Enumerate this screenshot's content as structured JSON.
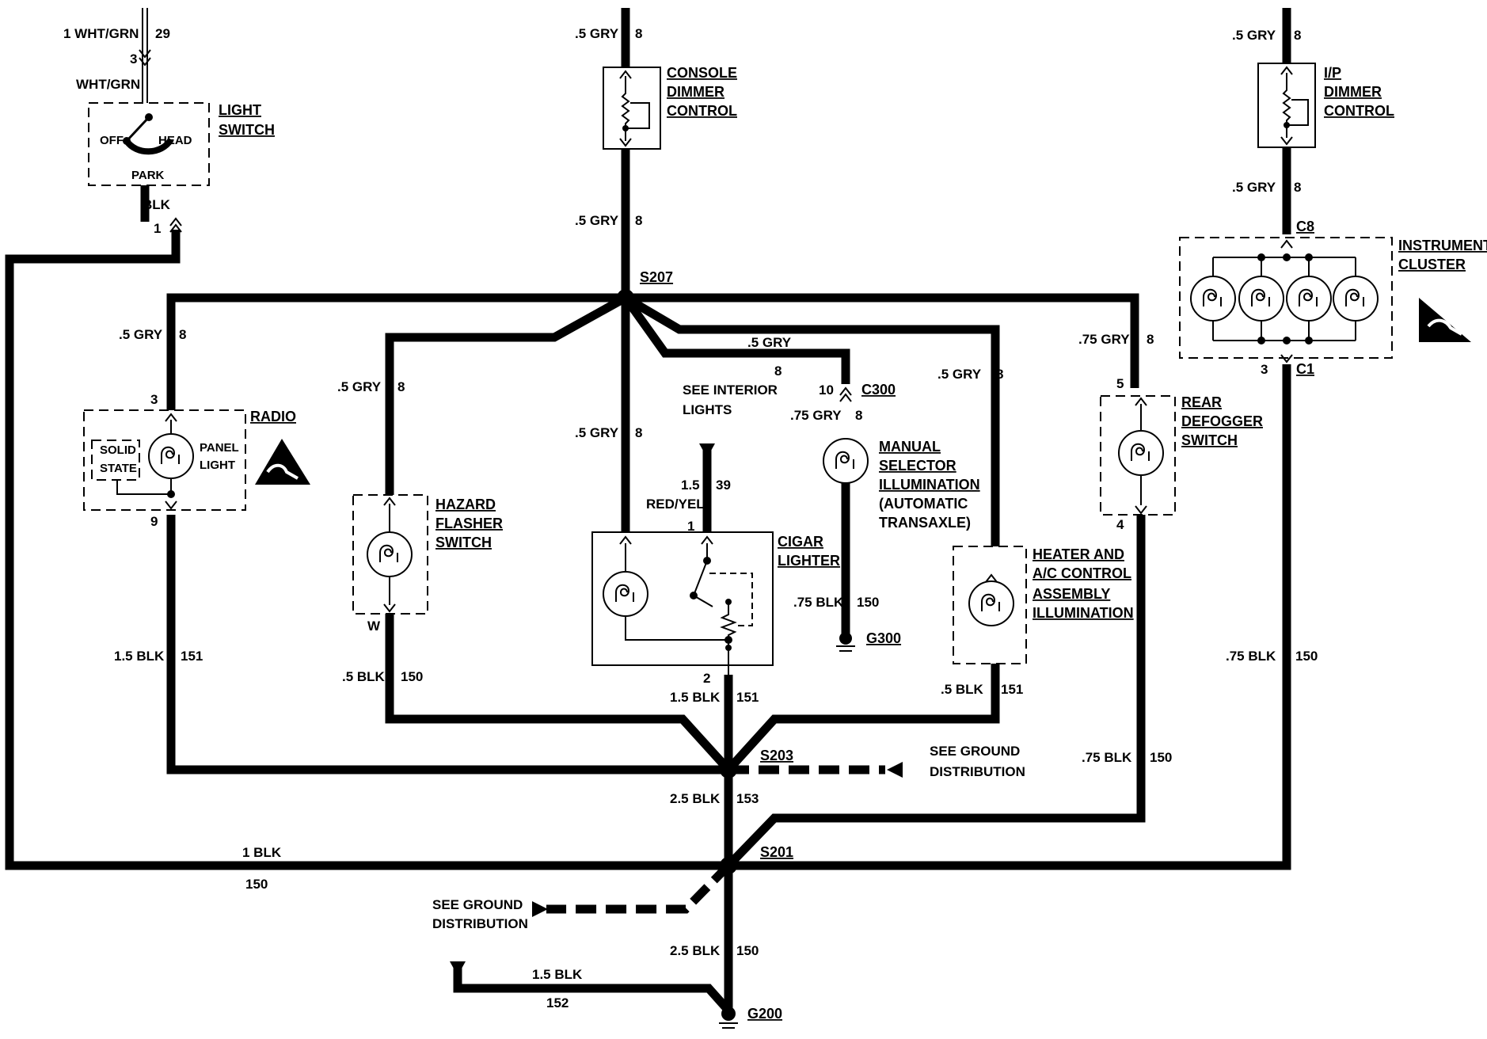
{
  "components": {
    "light_switch": {
      "name1": "LIGHT",
      "name2": "SWITCH",
      "off": "OFF",
      "head": "HEAD",
      "park": "PARK"
    },
    "console_dimmer": {
      "name1": "CONSOLE",
      "name2": "DIMMER",
      "name3": "CONTROL"
    },
    "ip_dimmer": {
      "name1": "I/P",
      "name2": "DIMMER",
      "name3": "CONTROL"
    },
    "instrument_cluster": {
      "name1": "INSTRUMENT",
      "name2": "CLUSTER"
    },
    "radio": {
      "name": "RADIO",
      "solid1": "SOLID",
      "solid2": "STATE",
      "panel1": "PANEL",
      "panel2": "LIGHT"
    },
    "hazard": {
      "name1": "HAZARD",
      "name2": "FLASHER",
      "name3": "SWITCH"
    },
    "cigar": {
      "name1": "CIGAR",
      "name2": "LIGHTER"
    },
    "manual_selector": {
      "name1": "MANUAL",
      "name2": "SELECTOR",
      "name3": "ILLUMINATION",
      "note1": "(AUTOMATIC",
      "note2": "TRANSAXLE)"
    },
    "heater": {
      "name1": "HEATER AND",
      "name2": "A/C CONTROL",
      "name3": "ASSEMBLY",
      "name4": "ILLUMINATION"
    },
    "rear_defogger": {
      "name1": "REAR",
      "name2": "DEFOGGER",
      "name3": "SWITCH"
    }
  },
  "splices": {
    "s207": "S207",
    "s203": "S203",
    "s201": "S201"
  },
  "grounds": {
    "g200": "G200",
    "g300": "G300"
  },
  "connectors": {
    "c300": "C300",
    "c8": "C8",
    "c1": "C1"
  },
  "notes": {
    "interior1": "SEE INTERIOR",
    "interior2": "LIGHTS",
    "ground_a1": "SEE GROUND",
    "ground_a2": "DISTRIBUTION",
    "ground_b1": "SEE GROUND",
    "ground_b2": "DISTRIBUTION"
  },
  "wires": {
    "ls_top_color": "1 WHT/GRN",
    "ls_top_circuit": "29",
    "ls_pin3": "3",
    "ls_mid_color": "WHT/GRN",
    "ls_out_color": "BLK",
    "ls_pin1": "1",
    "cd_top_color": ".5 GRY",
    "cd_top_circuit": "8",
    "cd_bot_color": ".5 GRY",
    "cd_bot_circuit": "8",
    "ip_top_color": ".5 GRY",
    "ip_top_circuit": "8",
    "ip_bot_color": ".5 GRY",
    "ip_bot_circuit": "8",
    "radio_in_color": ".5 GRY",
    "radio_in_circuit": "8",
    "radio_pin3": "3",
    "radio_pin9": "9",
    "radio_out_color": "1.5 BLK",
    "radio_out_circuit": "151",
    "hz_in_color": ".5 GRY",
    "hz_in_circuit": "8",
    "hz_pinw": "W",
    "hz_out_color": ".5 BLK",
    "hz_out_circuit": "150",
    "cig_in_color": ".5 GRY",
    "cig_in_circuit": "8",
    "cig_bat_size": "1.5",
    "cig_bat_circuit": "39",
    "cig_bat_color": "RED/YEL",
    "cig_pin1": "1",
    "cig_pin2": "2",
    "cig_out_color": "1.5 BLK",
    "cig_out_circuit": "151",
    "ms_in_color": ".5 GRY",
    "ms_in_circuit": "8",
    "ms_pin10": "10",
    "ms_mid_color": ".75 GRY",
    "ms_mid_circuit": "8",
    "ms_out_color": ".75 BLK",
    "ms_out_circuit": "150",
    "ht_in_color": ".5 GRY",
    "ht_in_circuit": "8",
    "ht_out_color": ".5 BLK",
    "ht_out_circuit": "151",
    "rd_in_color": ".75 GRY",
    "rd_in_circuit": "8",
    "rd_pin5": "5",
    "rd_pin4": "4",
    "rd_out_color": ".75 BLK",
    "rd_out_circuit": "150",
    "ic_pin3": "3",
    "ic_out_color": ".75 BLK",
    "ic_out_circuit": "150",
    "s203_out_color": "2.5 BLK",
    "s203_out_circuit": "153",
    "long_color": "1 BLK",
    "long_circuit": "150",
    "s201_out_color": "2.5 BLK",
    "s201_out_circuit": "150",
    "g200_in_color": "1.5 BLK",
    "g200_in_circuit": "152"
  }
}
